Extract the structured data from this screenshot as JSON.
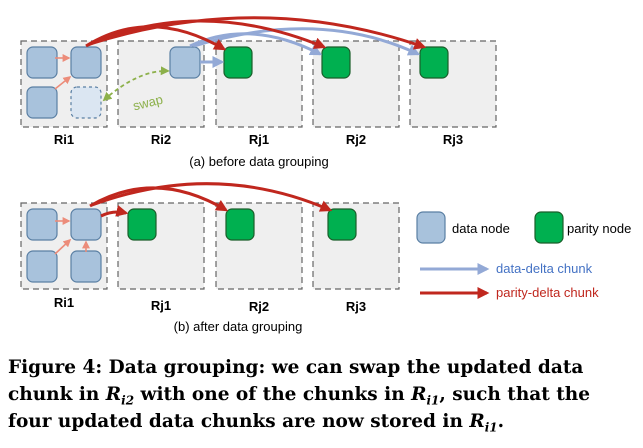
{
  "colors": {
    "region_fill": "#efefef",
    "region_border": "#666666",
    "data_node_fill": "#a8c2dc",
    "data_node_border": "#5a7fa3",
    "empty_node_fill": "#dbe6f2",
    "parity_node_fill": "#00b050",
    "parity_node_border": "#1a5e2a",
    "data_delta": "#93a9d6",
    "parity_delta": "#c0271e",
    "swap": "#8cb04a",
    "intra_arrow": "#ec8c7a",
    "legend_data_text": "#4472c4",
    "legend_parity_text": "#c0271e"
  },
  "diagram_a": {
    "regions": [
      "Ri1",
      "Ri2",
      "Rj1",
      "Rj2",
      "Rj3"
    ],
    "swap_label": "swap",
    "subcaption": "(a) before data grouping"
  },
  "diagram_b": {
    "regions": [
      "Ri1",
      "Rj1",
      "Rj2",
      "Rj3"
    ],
    "subcaption": "(b) after data grouping"
  },
  "legend": {
    "data_node": "data node",
    "parity_node": "parity node",
    "data_delta": "data-delta chunk",
    "parity_delta": "parity-delta chunk"
  },
  "caption": {
    "line1": "Figure 4: Data grouping: we can swap the updated data",
    "line2_pre": "chunk in ",
    "line2_r": "R",
    "line2_sub1": "i2",
    "line2_mid": " with one of the chunks in ",
    "line2_sub2": "i1",
    "line2_post": ", such that the",
    "line3_pre": "four updated data chunks are now stored in ",
    "line3_r": "R",
    "line3_sub": "i1",
    "line3_post": "."
  }
}
